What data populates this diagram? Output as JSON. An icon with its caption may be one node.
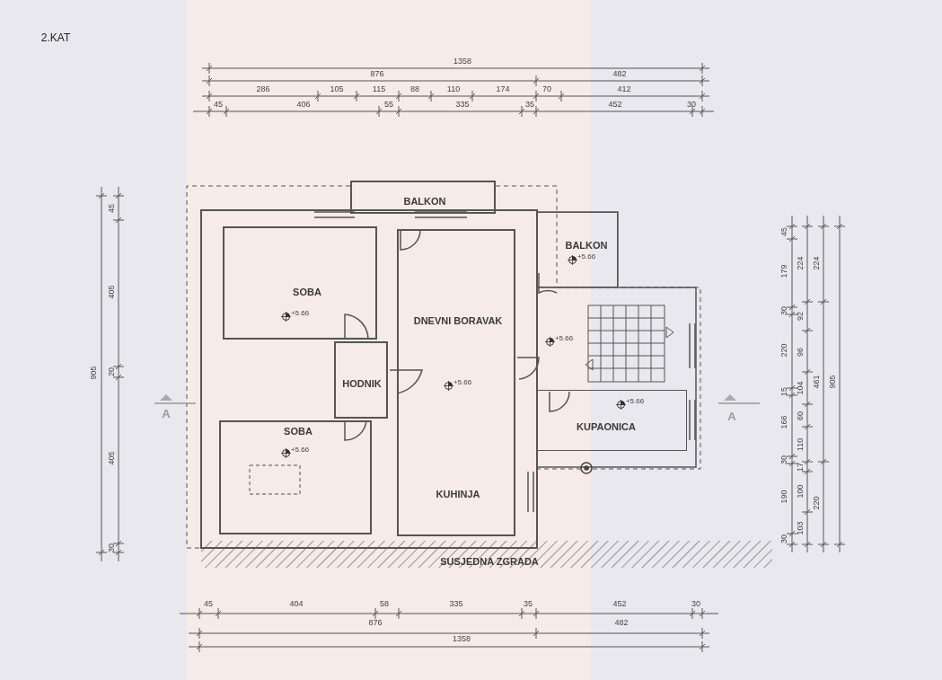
{
  "diagram": {
    "nodes": [
      {
        "text": [
          "BALKON"
        ]
      },
      {
        "text": [
          "SOBA",
          "+5.66"
        ]
      },
      {
        "text": [
          "BALKON",
          "+5.66"
        ]
      },
      {
        "text": [
          "DNEVNI BORAVAK",
          "+5.66",
          "KUHINJA"
        ]
      },
      {
        "text": [
          "HODNIK"
        ]
      },
      {
        "text": [
          "SOBA",
          "+5.66"
        ]
      },
      {
        "text": [
          "+5.66",
          "KUPAONICA"
        ]
      }
    ],
    "edges": [],
    "labels": [
      "2.KAT",
      "1358",
      "876",
      "482",
      "286",
      "105",
      "115",
      "88",
      "110",
      "174",
      "70",
      "412",
      "45",
      "406",
      "55",
      "335",
      "35",
      "452",
      "30",
      "905",
      "45",
      "405",
      "20",
      "405",
      "30",
      "45",
      "179",
      "30",
      "220",
      "15",
      "166",
      "30",
      "190",
      "30",
      "224",
      "92",
      "96",
      "104",
      "60",
      "110",
      "17",
      "100",
      "103",
      "224",
      "461",
      "220",
      "905",
      "+5.66",
      "A",
      "A",
      "SUSJEDNA ZGRADA",
      "45",
      "404",
      "58",
      "335",
      "35",
      "452",
      "30",
      "876",
      "482",
      "1358"
    ]
  }
}
